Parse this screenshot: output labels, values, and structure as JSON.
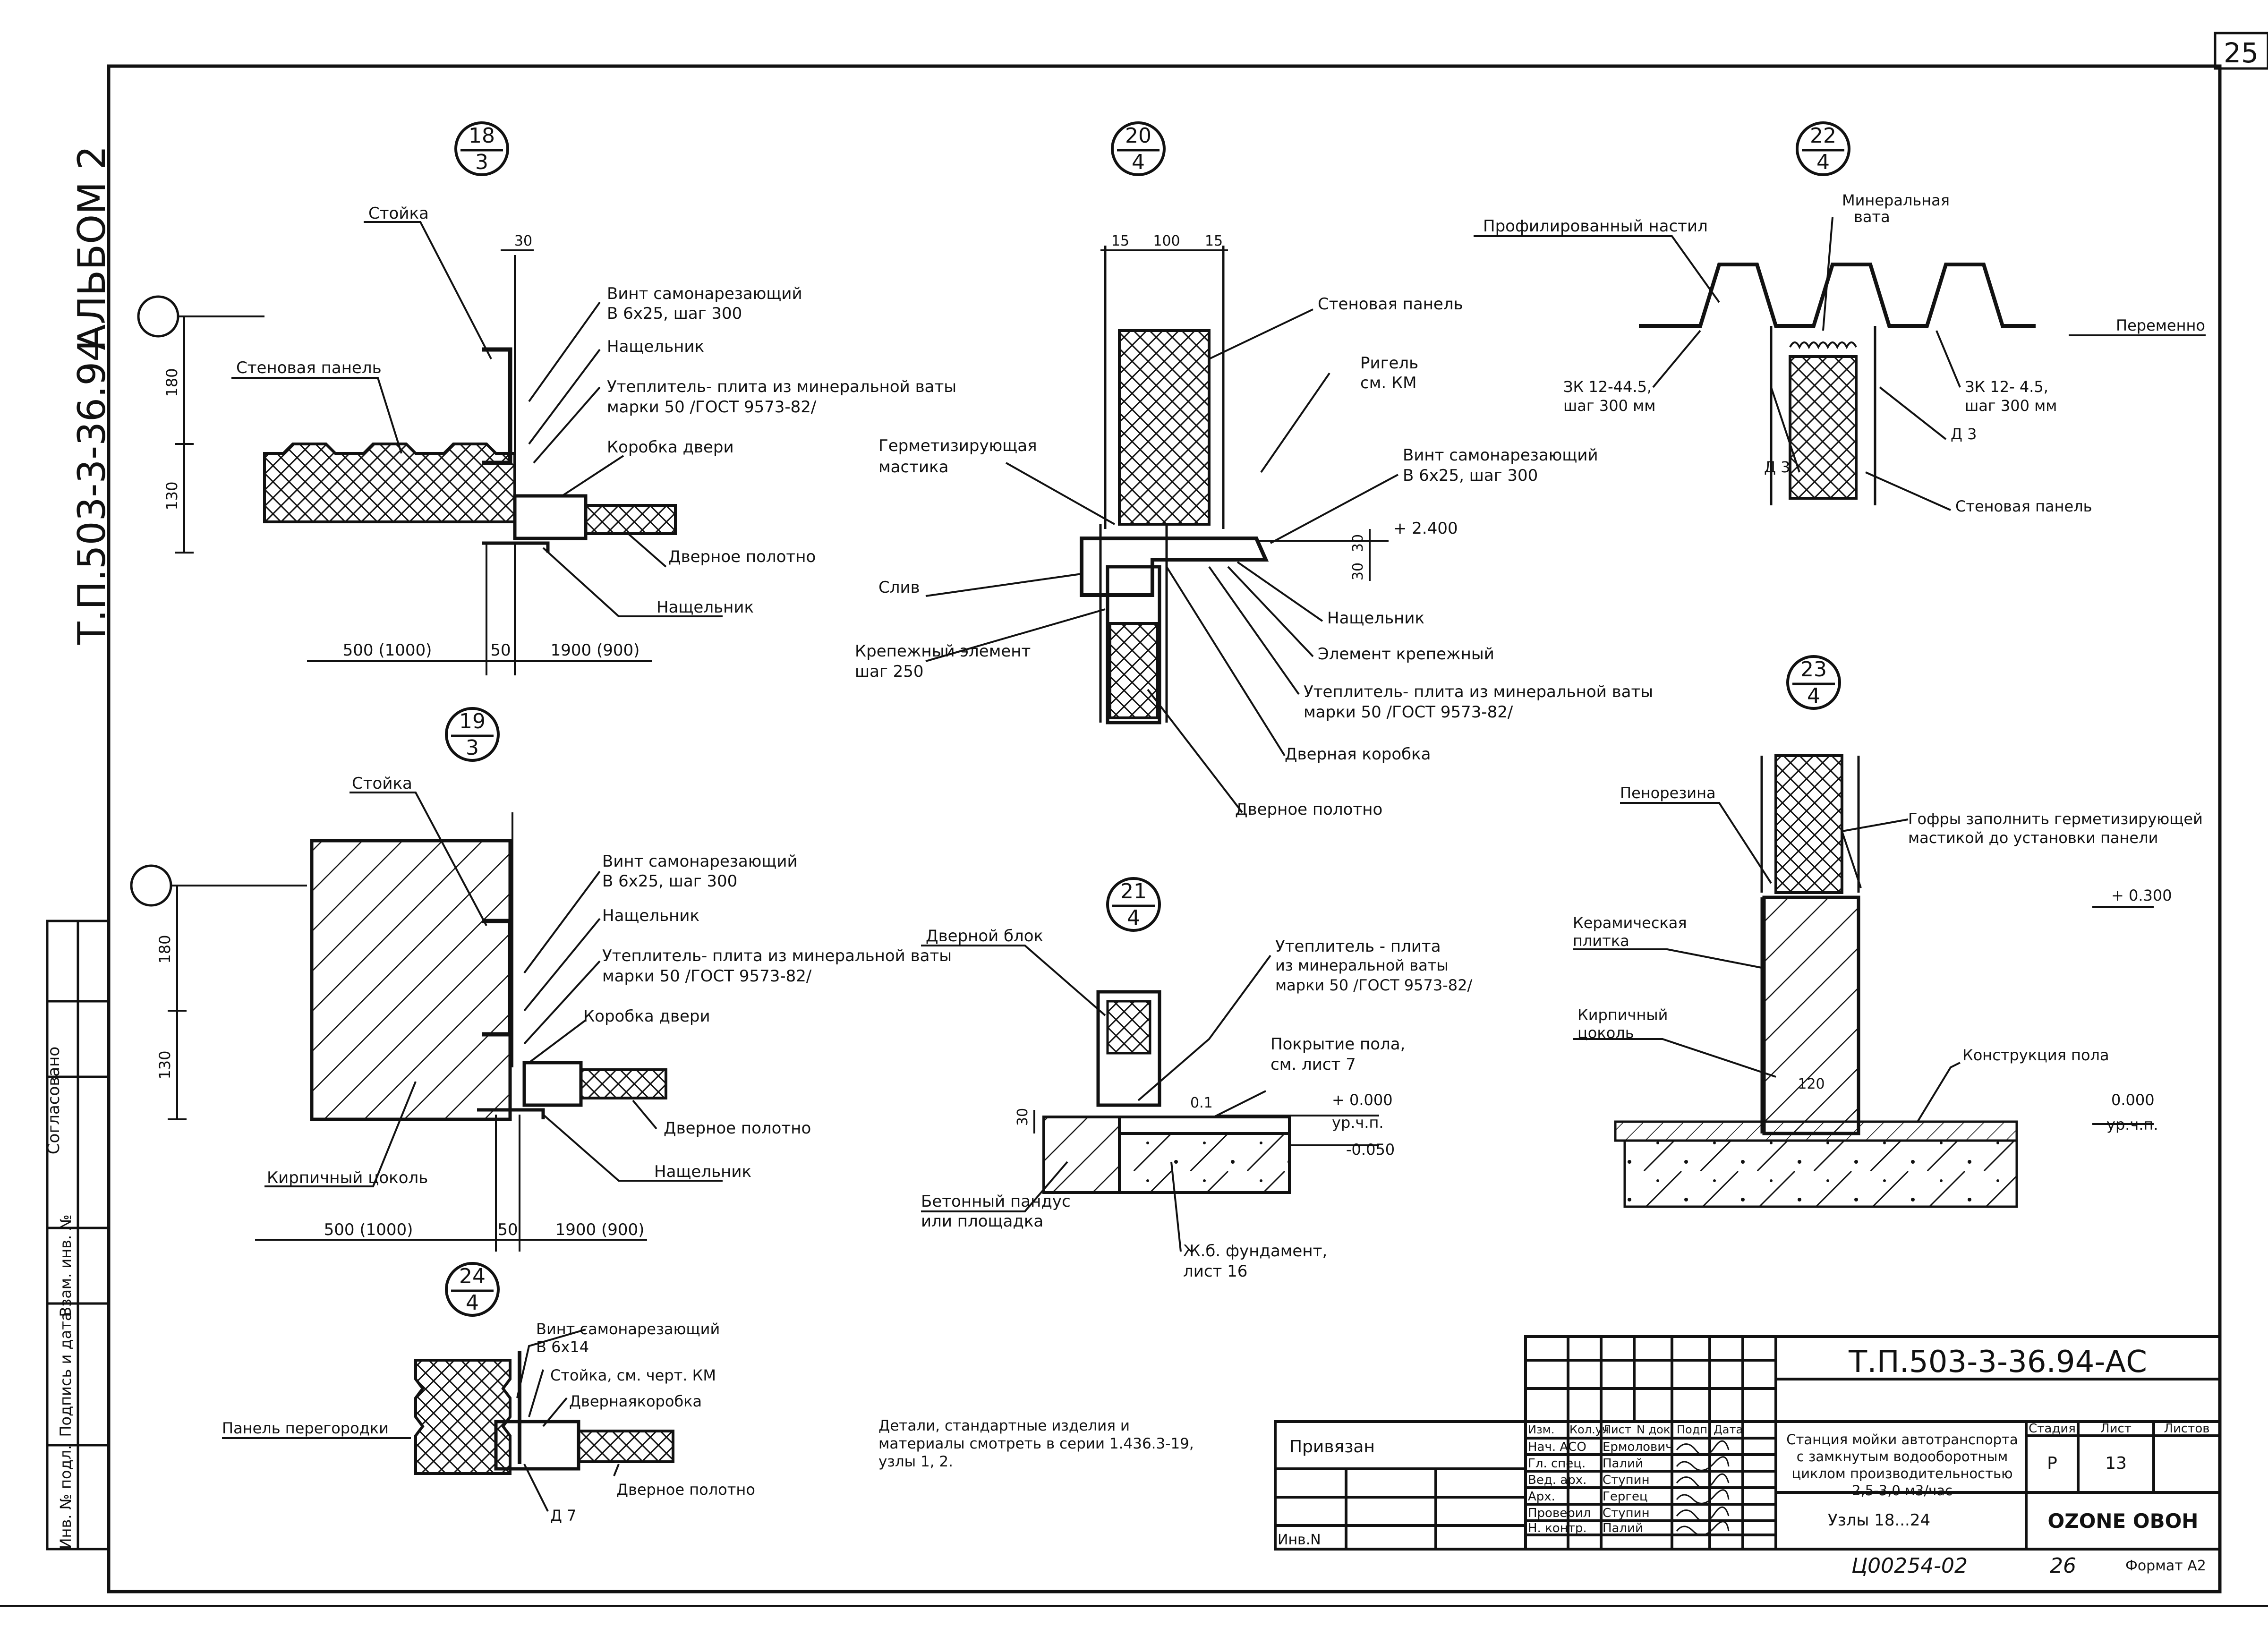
{
  "sheet": {
    "page_number": "25",
    "album": "АЛЬБОМ 2",
    "series_code": "Т.П.503-3-36.94",
    "side_stamp": {
      "agreed": "Согласовано",
      "col_inv_orig": "Инв. № подл.",
      "col_sign_date": "Подпись и дата",
      "col_inv_replace": "Взам. инв. №"
    },
    "bottom_note": "Детали, стандартные изделия и материалы смотреть в серии 1.436.3-19, узлы 1, 2.",
    "handwritten": {
      "archive_no": "Ц00254-02",
      "sheet_no": "26"
    },
    "format": "Формат А2"
  },
  "title_block": {
    "document_code": "Т.П.503-3-36.94-АС",
    "tied_label": "Привязан",
    "inv_label": "Инв.N",
    "header": [
      "Изм.",
      "Кол.уч",
      "Лист",
      "N док.",
      "Подп",
      "Дата"
    ],
    "roles": [
      {
        "role": "Нач. АСО",
        "name": "Ермолович"
      },
      {
        "role": "Гл. спец.",
        "name": "Палий"
      },
      {
        "role": "Вед. арх.",
        "name": "Ступин"
      },
      {
        "role": "Арх.",
        "name": "Гергец"
      },
      {
        "role": "Проверил",
        "name": "Ступин"
      },
      {
        "role": "Н. контр.",
        "name": "Палий"
      }
    ],
    "project_name": "Станция мойки автотранспорта с замкнутым водооборотным циклом производительностью 2,5-3,0 м3/час",
    "drawing_name": "Узлы 18...24",
    "stage_label": "Стадия",
    "stage": "Р",
    "sheet_label": "Лист",
    "sheet": "13",
    "sheets_label": "Листов",
    "sheets": "",
    "company": "OZONE OBOH"
  },
  "nodes": {
    "n18": {
      "num": "18",
      "sheet": "3",
      "labels": {
        "post": "Стойка",
        "panel": "Стеновая панель",
        "screw": "Винт самонарезающий",
        "screw_spec": "В 6х25, шаг 300",
        "trim": "Нащельник",
        "insul": "Утеплитель- плита из минеральной ваты",
        "insul_spec": "марки 50 /ГОСТ 9573-82/",
        "frame": "Коробка двери",
        "leaf": "Дверное полотно",
        "trim2": "Нащельник"
      },
      "dims": {
        "d30": "30",
        "d180": "180",
        "d130": "130",
        "w1": "500 (1000)",
        "w2": "50",
        "w3": "1900 (900)"
      }
    },
    "n19": {
      "num": "19",
      "sheet": "3",
      "labels": {
        "post": "Стойка",
        "screw": "Винт самонарезающий",
        "screw_spec": "В 6х25, шаг 300",
        "trim": "Нащельник",
        "insul": "Утеплитель- плита из минеральной ваты",
        "insul_spec": "марки 50 /ГОСТ 9573-82/",
        "frame": "Коробка двери",
        "leaf": "Дверное полотно",
        "plinth": "Кирпичный цоколь",
        "trim2": "Нащельник"
      },
      "dims": {
        "d180": "180",
        "d130": "130",
        "w1": "500 (1000)",
        "w2": "50",
        "w3": "1900 (900)"
      }
    },
    "n20": {
      "num": "20",
      "sheet": "4",
      "labels": {
        "wallpanel": "Стеновая панель",
        "ryegel": "Ригель",
        "ryegel_ref": "см. КМ",
        "sealant": "Герметизирующая",
        "sealant2": "мастика",
        "screw": "Винт самонарезающий",
        "screw_spec": "В 6х25, шаг 300",
        "drip": "Слив",
        "fix": "Крепежный элемент",
        "fix_step": "шаг 250",
        "trim": "Нащельник",
        "fixel": "Элемент крепежный",
        "insul": "Утеплитель- плита из минеральной ваты",
        "insul_spec": "марки 50 /ГОСТ 9573-82/",
        "doorbox": "Дверная коробка",
        "leaf": "Дверное полотно"
      },
      "dims": {
        "d15a": "15",
        "d100": "100",
        "d15b": "15",
        "d30a": "30",
        "d30b": "30",
        "mark": "+ 2.400"
      }
    },
    "n21": {
      "num": "21",
      "sheet": "4",
      "labels": {
        "doorblock": "Дверной блок",
        "insul": "Утеплитель - плита",
        "insul2": "из минеральной ваты",
        "insul_spec": "марки 50 /ГОСТ 9573-82/",
        "floor": "Покрытие пола,",
        "floor_ref": "см. лист 7",
        "ramp": "Бетонный пандус",
        "ramp2": "или площадка",
        "found": "Ж.б. фундамент,",
        "found_ref": "лист 16"
      },
      "dims": {
        "d30": "30",
        "d01": "0.1",
        "mark1": "+ 0.000",
        "mark1b": "ур.ч.п.",
        "mark2": "-0.050"
      }
    },
    "n22": {
      "num": "22",
      "sheet": "4",
      "labels": {
        "deck": "Профилированный настил",
        "wool": "Минеральная",
        "wool2": "вата",
        "var": "Переменно",
        "fastL": "ЗК 12-44.5,",
        "fastL2": "шаг 300 мм",
        "fastR": "ЗК 12- 4.5,",
        "fastR2": "шаг 300 мм",
        "d3L": "Д 3",
        "d3R": "Д 3",
        "panel": "Стеновая панель"
      }
    },
    "n23": {
      "num": "23",
      "sheet": "4",
      "labels": {
        "foam": "Пенорезина",
        "corr": "Гофры заполнить герметизирующей",
        "corr2": "мастикой до установки панели",
        "tile": "Керамическая",
        "tile2": "плитка",
        "brick": "Кирпичный",
        "brick2": "цоколь",
        "floor": "Конструкция пола"
      },
      "dims": {
        "mark1": "+ 0.300",
        "d120": "120",
        "mark2": "0.000",
        "mark2b": "ур.ч.п."
      }
    },
    "n24": {
      "num": "24",
      "sheet": "4",
      "labels": {
        "screw": "Винт самонарезающий",
        "screw_spec": "В 6х14",
        "post": "Стойка, см. черт. КМ",
        "doorbox": "Двернаякоробка",
        "partition": "Панель перегородки",
        "leaf": "Дверное полотно",
        "d7": "Д 7"
      }
    }
  }
}
